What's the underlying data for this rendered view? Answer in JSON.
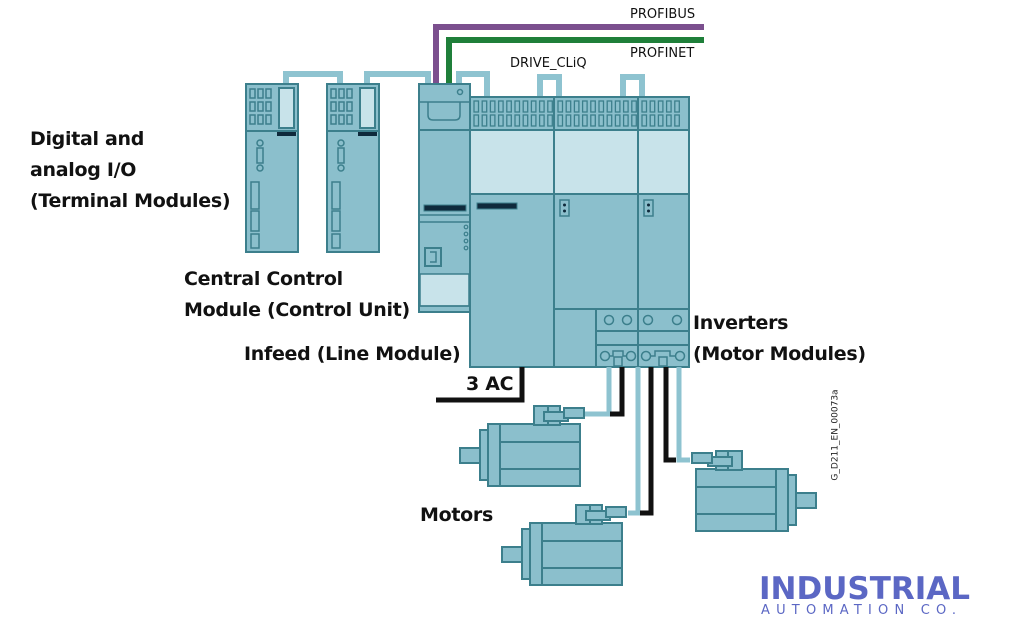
{
  "labels": {
    "terminal_modules": [
      "Digital and",
      "analog I/O",
      "(Terminal Modules)"
    ],
    "control_unit": [
      "Central Control",
      "Module (Control Unit)"
    ],
    "infeed": "Infeed (Line Module)",
    "inverters": [
      "Inverters",
      "(Motor Modules)"
    ],
    "motors": "Motors",
    "power_supply": "3 AC",
    "profibus": "PROFIBUS",
    "profinet": "PROFINET",
    "drive_cliq": "DRIVE_CLiQ",
    "figure_id": "G_D211_EN_00073a"
  },
  "logo": {
    "name": "INDUSTRIAL",
    "subtitle": "AUTOMATION CO."
  },
  "colors": {
    "module_fill": "#8bbfcc",
    "module_light": "#c8e3ea",
    "module_stroke": "#3c7f8c",
    "cable_light": "#8ec3d0",
    "profibus": "#7b4f8e",
    "profinet": "#1f7f3a",
    "power_cable": "#111111",
    "logo": "#5b67c4"
  }
}
